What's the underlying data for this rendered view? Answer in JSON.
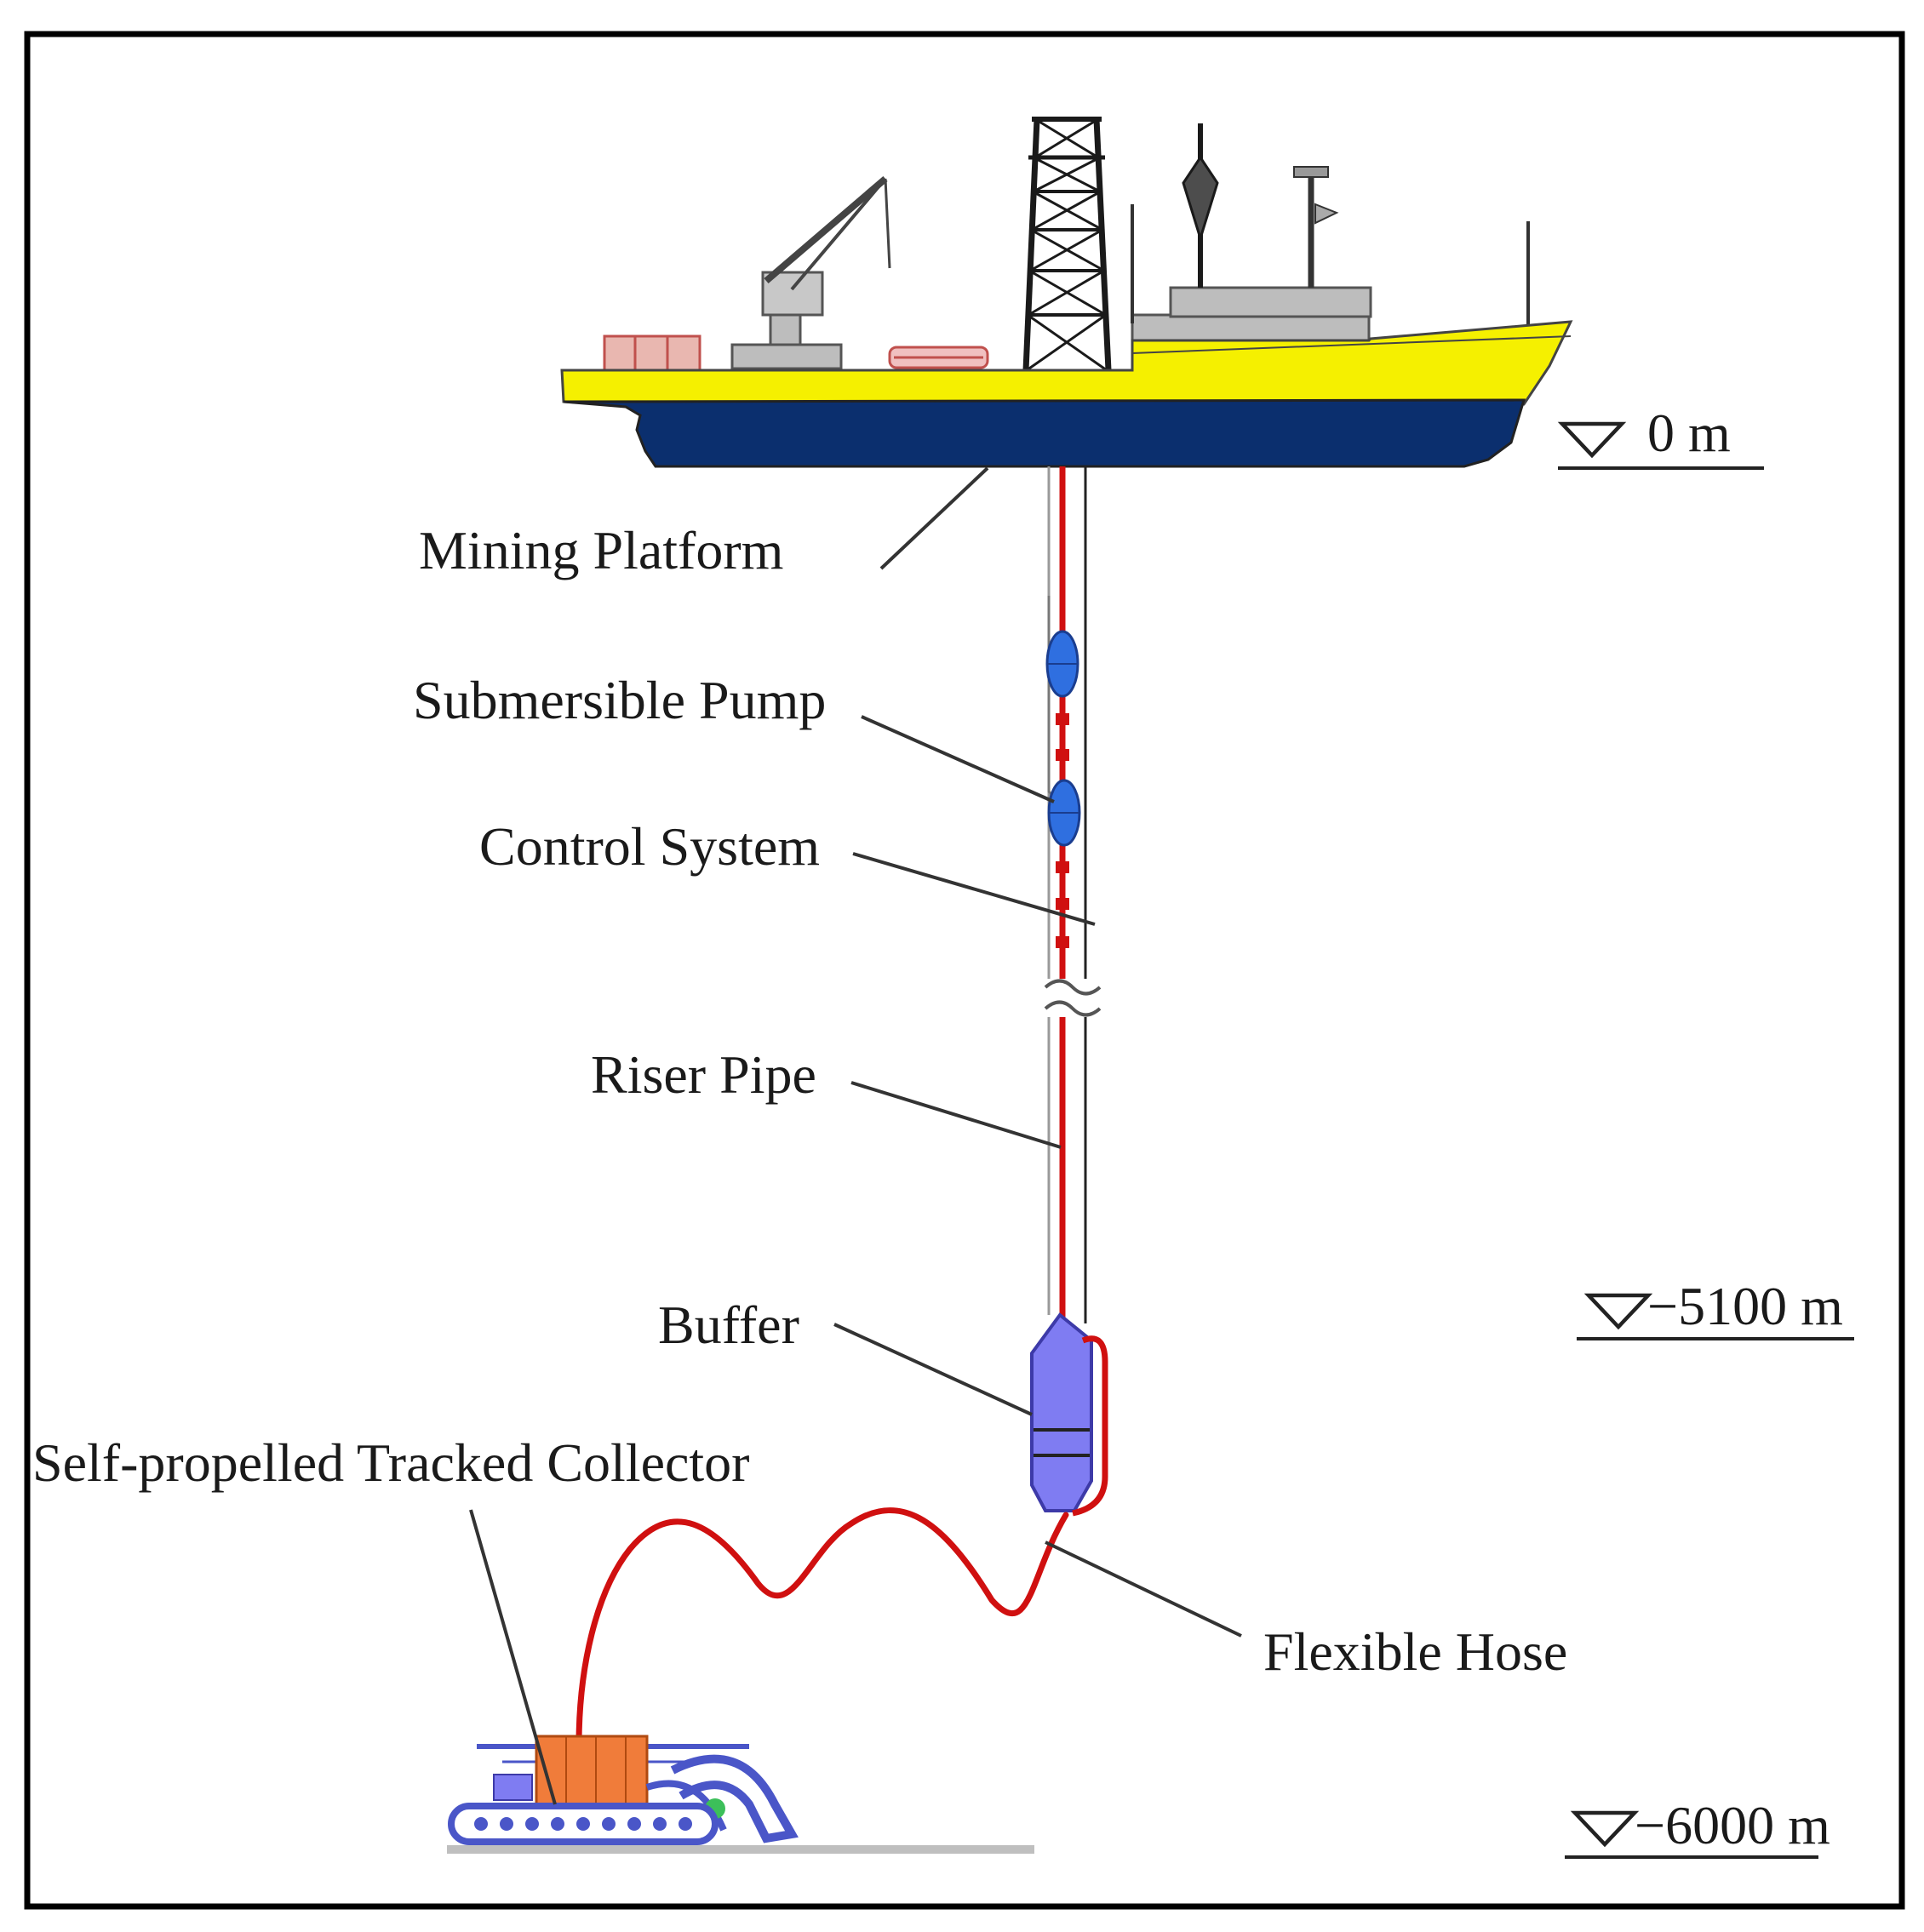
{
  "labels": {
    "mining_platform": "Mining Platform",
    "submersible_pump": "Submersible Pump",
    "control_system": "Control System",
    "riser_pipe": "Riser Pipe",
    "buffer": "Buffer",
    "collector": "Self-propelled Tracked Collector",
    "flexible_hose": "Flexible Hose"
  },
  "depths": {
    "surface": "0 m",
    "buffer_level": "−5100 m",
    "seabed": "−6000 m"
  },
  "colors": {
    "hull_deck": "#f5f000",
    "hull_bottom": "#0b2f6e",
    "superstructure": "#bdbdbd",
    "riser": "#d01010",
    "pump": "#2f6fe0",
    "buffer": "#7f7cf2",
    "collector_body": "#f07c3a",
    "collector_track": "#4a56c8"
  }
}
